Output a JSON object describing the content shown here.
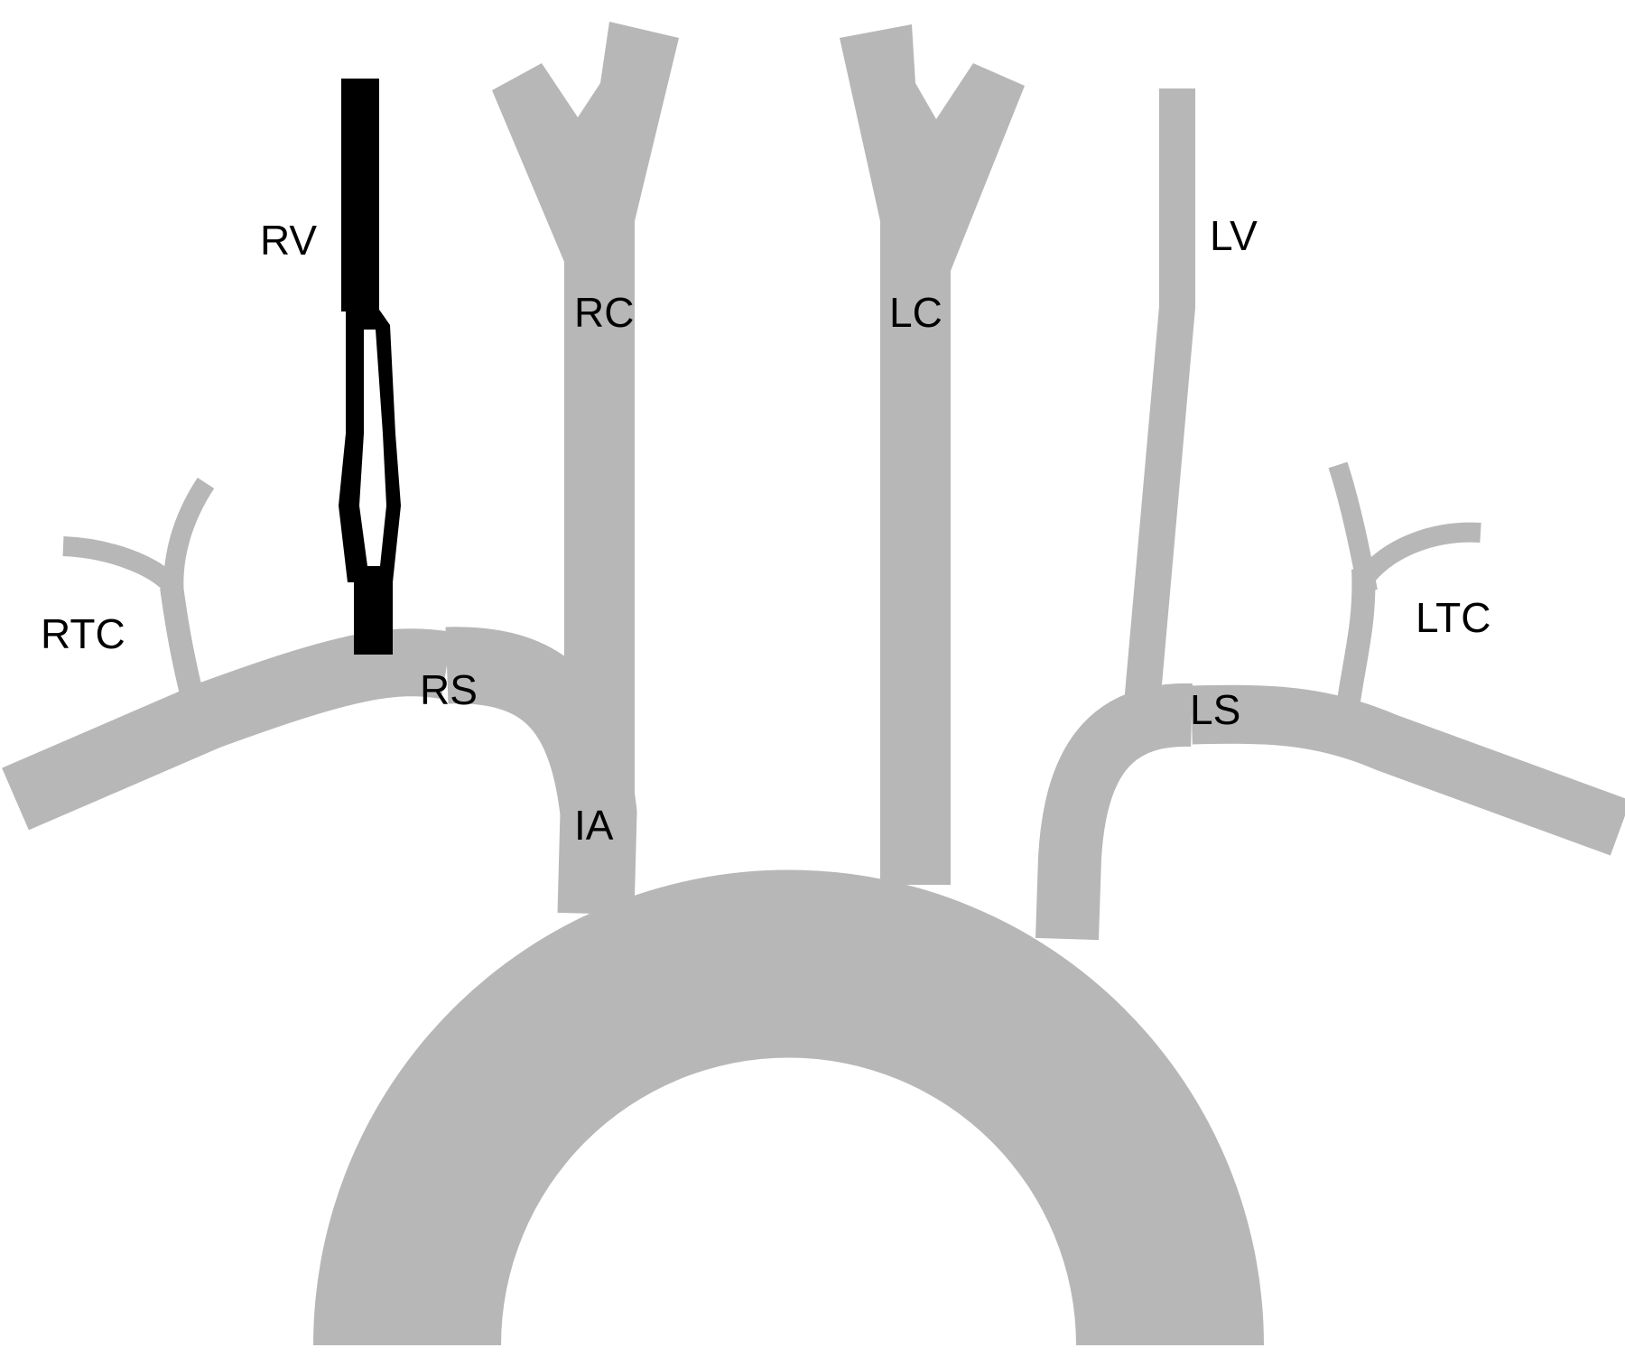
{
  "colors": {
    "background": "#ffffff",
    "vessel": "#b7b7b7",
    "affected_vessel": "#000000",
    "label": "#000000"
  },
  "labels": {
    "rv": "RV",
    "rc": "RC",
    "lc": "LC",
    "lv": "LV",
    "rtc": "RTC",
    "rs": "RS",
    "ia": "IA",
    "ls": "LS",
    "ltc": "LTC"
  }
}
